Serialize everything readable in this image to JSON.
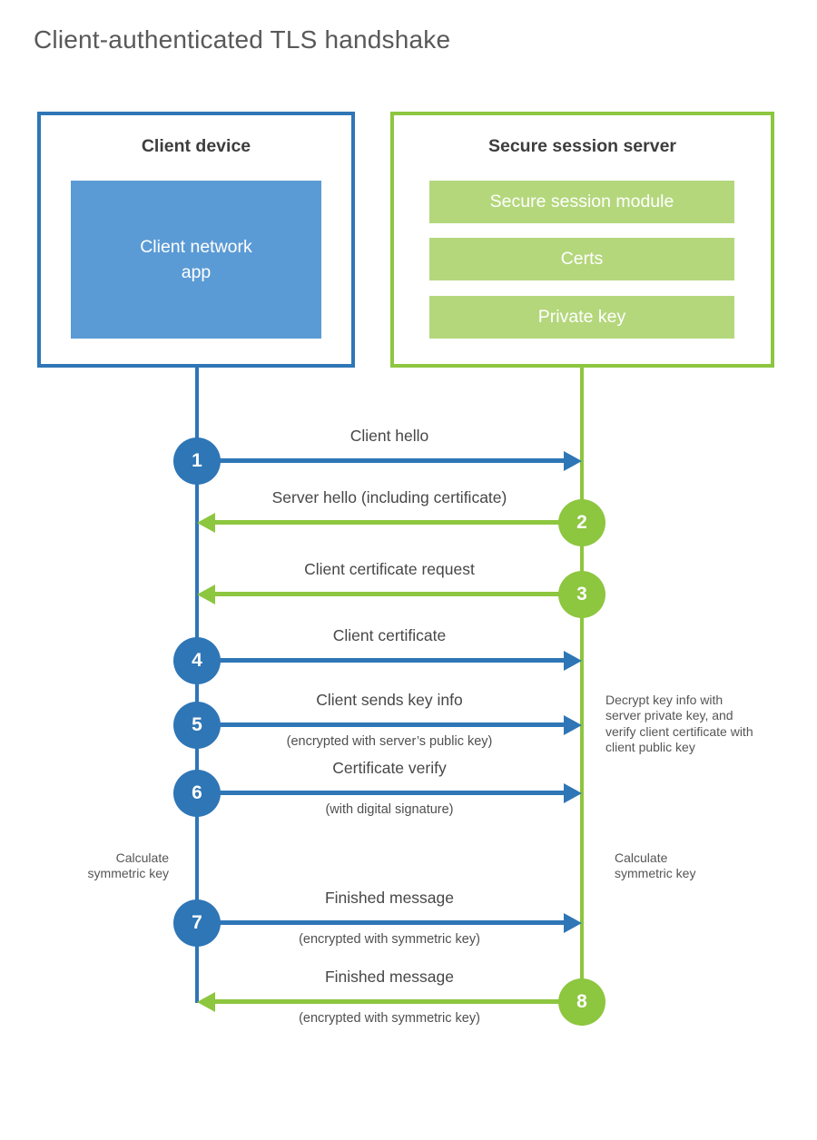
{
  "title": "Client-authenticated TLS handshake",
  "colors": {
    "blue": "#2e76b6",
    "blue_fill": "#5b9bd5",
    "green": "#8dc63f",
    "green_fill": "#b4d77c"
  },
  "client": {
    "title": "Client device",
    "app_label": "Client network\napp"
  },
  "server": {
    "title": "Secure session server",
    "modules": [
      "Secure session module",
      "Certs",
      "Private key"
    ]
  },
  "steps": [
    {
      "number": "1",
      "label": "Client hello",
      "sub": "",
      "direction": "right",
      "color": "blue"
    },
    {
      "number": "2",
      "label": "Server hello (including certificate)",
      "sub": "",
      "direction": "left",
      "color": "green"
    },
    {
      "number": "3",
      "label": "Client certificate request",
      "sub": "",
      "direction": "left",
      "color": "green"
    },
    {
      "number": "4",
      "label": "Client certificate",
      "sub": "",
      "direction": "right",
      "color": "blue"
    },
    {
      "number": "5",
      "label": "Client sends key info",
      "sub": "(encrypted with server’s public key)",
      "direction": "right",
      "color": "blue"
    },
    {
      "number": "6",
      "label": "Certificate verify",
      "sub": "(with digital signature)",
      "direction": "right",
      "color": "blue"
    },
    {
      "number": "7",
      "label": "Finished message",
      "sub": "(encrypted with symmetric key)",
      "direction": "right",
      "color": "blue"
    },
    {
      "number": "8",
      "label": "Finished message",
      "sub": "(encrypted with symmetric key)",
      "direction": "left",
      "color": "green"
    }
  ],
  "notes": {
    "decrypt": "Decrypt key info with server private key, and verify client certificate with client public key",
    "calc_left": "Calculate\nsymmetric key",
    "calc_right": "Calculate\nsymmetric key"
  }
}
